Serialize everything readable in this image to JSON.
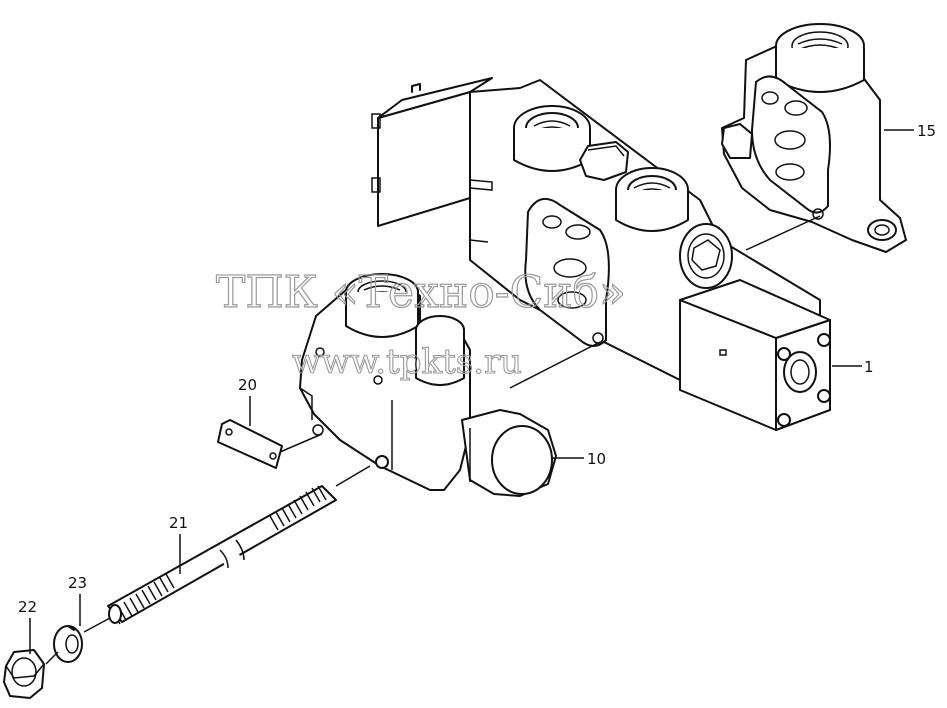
{
  "callouts": {
    "c1": "1",
    "c10": "10",
    "c15": "15",
    "c20": "20",
    "c21": "21",
    "c22": "22",
    "c23": "23"
  },
  "watermark": {
    "line1": "ТПК «Техно-Сиб»",
    "line2": "www.tpkts.ru"
  }
}
